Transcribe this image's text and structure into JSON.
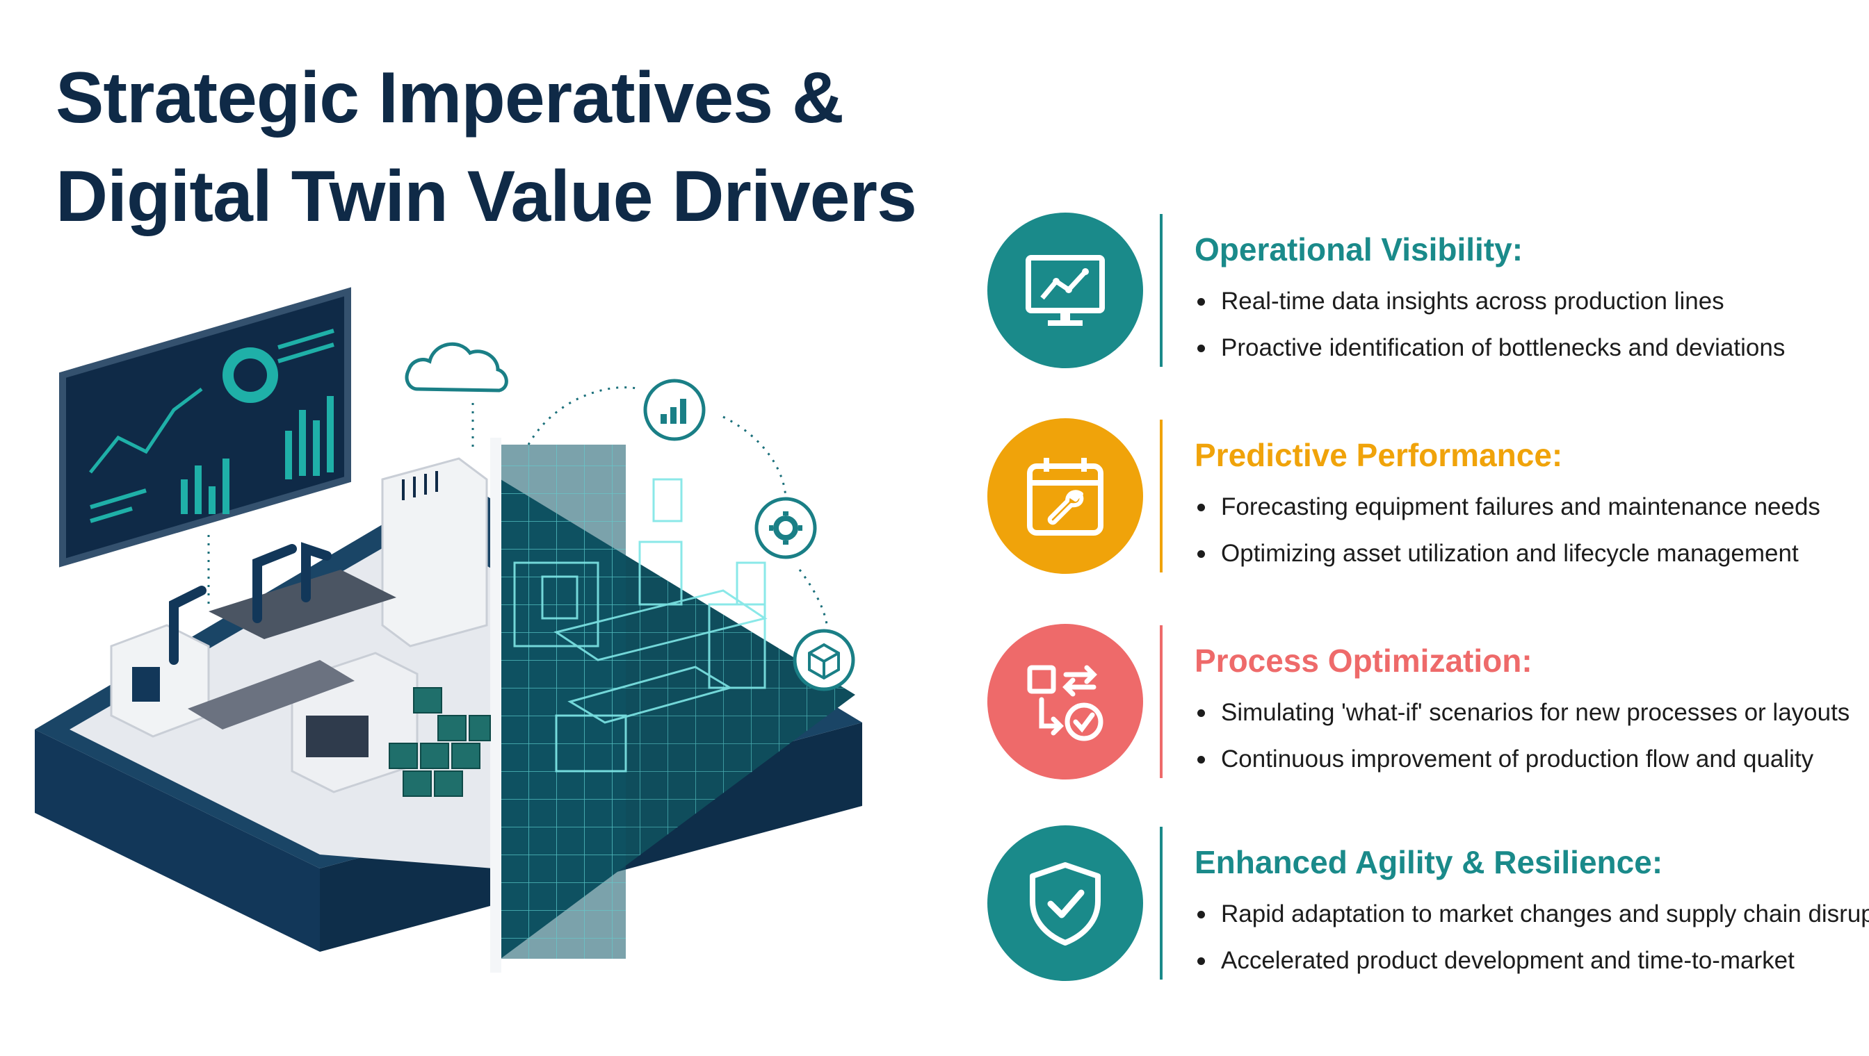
{
  "header": {
    "title_line1": "Strategic Imperatives &",
    "title_line2": "Digital Twin Value Drivers"
  },
  "illustration": {
    "left_half": "physical-factory",
    "right_half": "digital-twin-wireframe",
    "floating_icons": [
      "cloud-icon",
      "bar-chart-icon",
      "gear-icon",
      "cube-icon"
    ],
    "dashboard": "analytics-dashboard-screen"
  },
  "drivers": [
    {
      "title": "Operational Visibility:",
      "color": "#1a8a8a",
      "icon": "monitor-chart-icon",
      "bullets": [
        "Real-time data insights across production lines",
        "Proactive identification of bottlenecks and deviations"
      ]
    },
    {
      "title": "Predictive Performance:",
      "color": "#f0a30a",
      "icon": "calendar-wrench-icon",
      "bullets": [
        "Forecasting equipment failures and maintenance needs",
        "Optimizing asset utilization and lifecycle management"
      ]
    },
    {
      "title": "Process Optimization:",
      "color": "#ee6a6a",
      "icon": "process-flow-icon",
      "bullets": [
        "Simulating 'what-if' scenarios for new processes or layouts",
        "Continuous improvement of production flow and quality"
      ]
    },
    {
      "title": "Enhanced Agility & Resilience:",
      "color": "#1a8a8a",
      "icon": "shield-check-icon",
      "bullets": [
        "Rapid adaptation to market changes and supply chain disruptions",
        "Accelerated product development and time-to-market"
      ]
    }
  ]
}
